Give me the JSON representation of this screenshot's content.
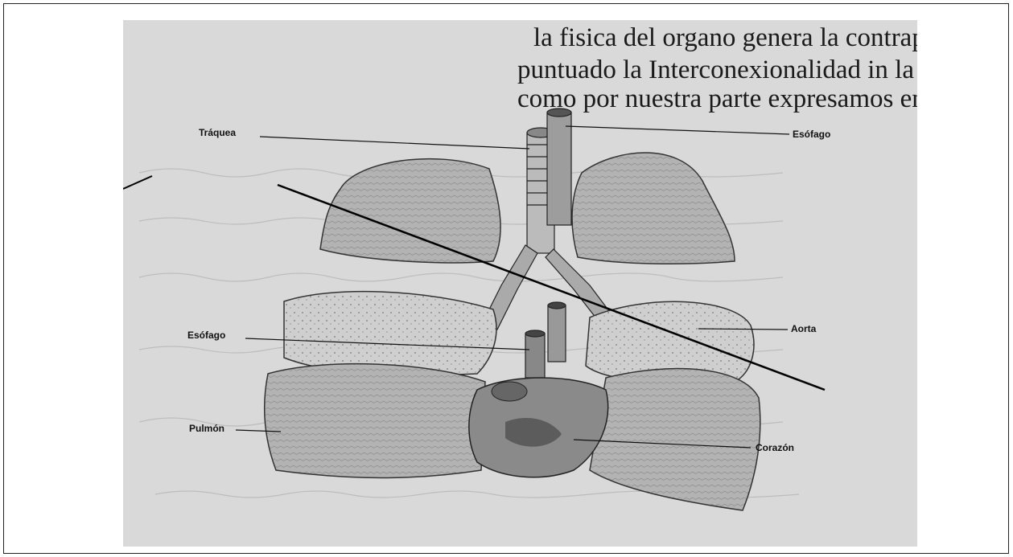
{
  "figure": {
    "header_lines": [
      "la fisica del organo genera la contrapartida",
      "puntuado la Interconexionalidad in la contracción de",
      "como por nuestra parte expresamos en las cu"
    ],
    "labels": {
      "traquea": "Tráquea",
      "esofago_top": "Esófago",
      "esofago_mid": "Esófago",
      "aorta": "Aorta",
      "pulmon": "Pulmón",
      "corazon": "Corazón"
    }
  },
  "colors": {
    "scan_background": "#d9d9d9",
    "ink": "#111111",
    "lung_fill": "#a9a9a9",
    "section_fill": "#c8c8c8"
  }
}
